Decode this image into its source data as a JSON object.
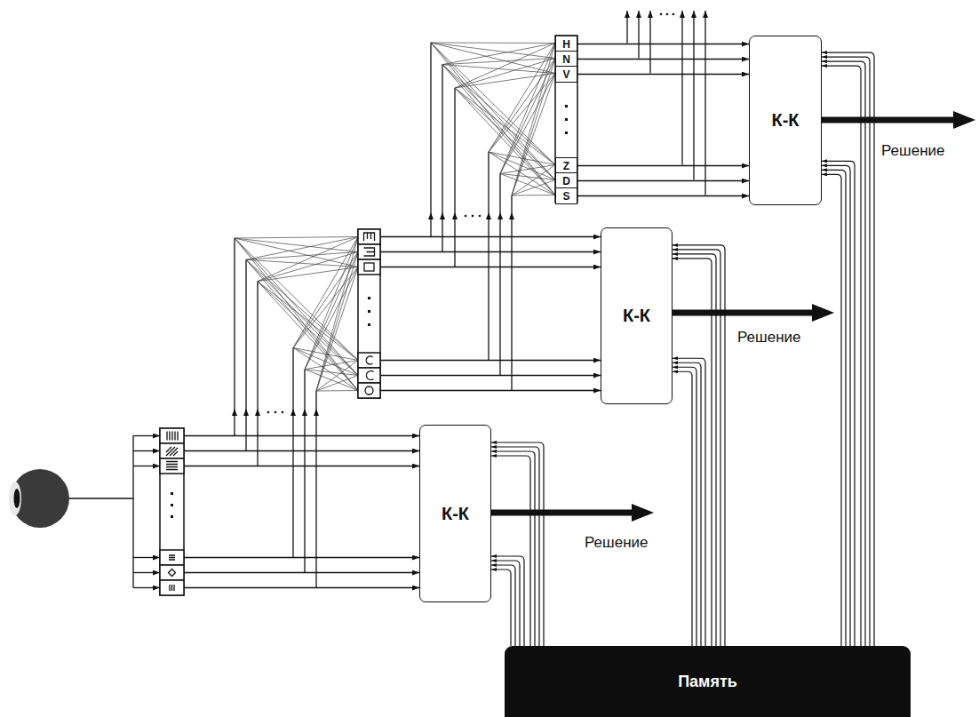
{
  "diagram": {
    "nodes": [
      {
        "text": [
          "H"
        ]
      },
      {
        "text": [
          "N"
        ]
      },
      {
        "text": [
          "V"
        ]
      },
      {
        "text": [
          "Z"
        ]
      },
      {
        "text": [
          "D"
        ]
      },
      {
        "text": [
          "S"
        ]
      },
      {
        "text": [
          "К-К"
        ]
      },
      {
        "text": [
          "К-К"
        ]
      },
      {
        "text": [
          "К-К"
        ]
      },
      {
        "text": [
          "Память"
        ]
      }
    ],
    "edges": [
      {
        "from": 0,
        "to": 6,
        "arrow": "to"
      },
      {
        "from": 1,
        "to": 6,
        "arrow": "to"
      },
      {
        "from": 2,
        "to": 6,
        "arrow": "to"
      },
      {
        "from": 3,
        "to": 6,
        "arrow": "to"
      },
      {
        "from": 4,
        "to": 6,
        "arrow": "to"
      },
      {
        "from": 5,
        "to": 6,
        "arrow": "to"
      },
      {
        "from": 9,
        "to": 6,
        "arrow": "to"
      },
      {
        "from": 9,
        "to": 7,
        "arrow": "to"
      },
      {
        "from": 9,
        "to": 8,
        "arrow": "to"
      }
    ],
    "labels": [
      "Решение",
      "Решение",
      "Решение"
    ]
  }
}
